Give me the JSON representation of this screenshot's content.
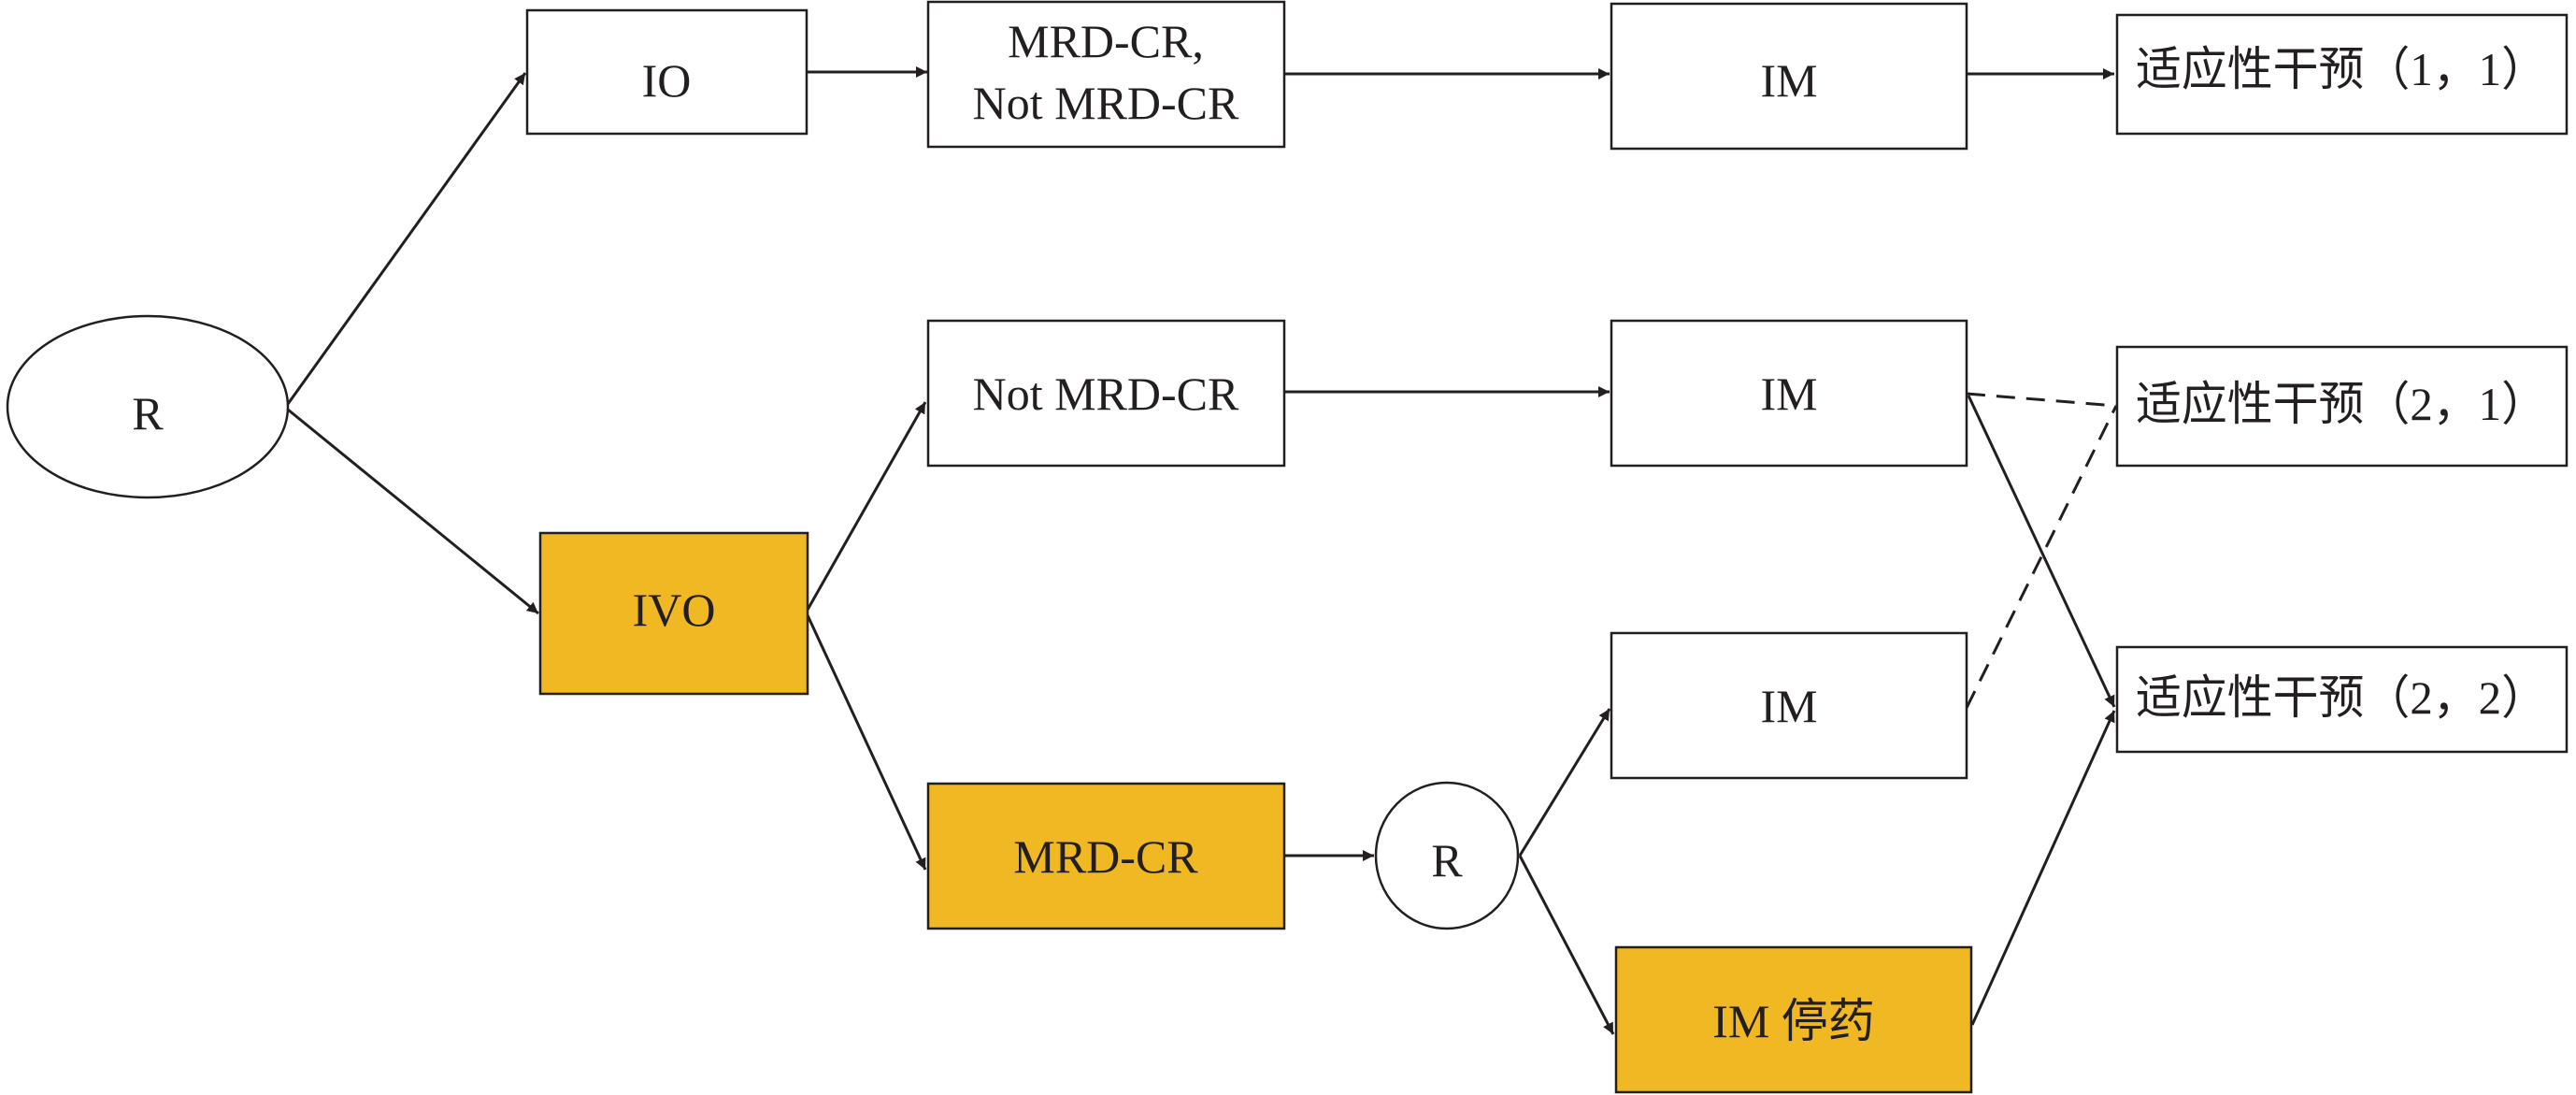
{
  "colors": {
    "highlight_fill": "#f0b823",
    "plain_fill": "#ffffff",
    "stroke": "#231f20"
  },
  "nodes": {
    "r_start": {
      "label": "R",
      "shape": "ellipse"
    },
    "io": {
      "label": "IO"
    },
    "ivo": {
      "label": "IVO",
      "highlighted": true
    },
    "io_response": {
      "line1": "MRD-CR,",
      "line2": "Not MRD-CR"
    },
    "ivo_not_mrd_cr": {
      "label": "Not MRD-CR"
    },
    "ivo_mrd_cr": {
      "label": "MRD-CR",
      "highlighted": true
    },
    "r_second": {
      "label": "R",
      "shape": "ellipse"
    },
    "im_top": {
      "label": "IM"
    },
    "im_middle": {
      "label": "IM"
    },
    "im_lower": {
      "label": "IM"
    },
    "im_stop": {
      "label": "IM 停药",
      "highlighted": true
    },
    "adaptive_1_1": {
      "label": "适应性干预（1，1）"
    },
    "adaptive_2_1": {
      "label": "适应性干预（2，1）"
    },
    "adaptive_2_2": {
      "label": "适应性干预（2，2）"
    }
  },
  "edges": [
    {
      "from": "r_start",
      "to": "io",
      "style": "solid"
    },
    {
      "from": "r_start",
      "to": "ivo",
      "style": "solid"
    },
    {
      "from": "io",
      "to": "io_response",
      "style": "solid"
    },
    {
      "from": "io_response",
      "to": "im_top",
      "style": "solid"
    },
    {
      "from": "im_top",
      "to": "adaptive_1_1",
      "style": "solid"
    },
    {
      "from": "ivo",
      "to": "ivo_not_mrd_cr",
      "style": "solid"
    },
    {
      "from": "ivo",
      "to": "ivo_mrd_cr",
      "style": "solid"
    },
    {
      "from": "ivo_not_mrd_cr",
      "to": "im_middle",
      "style": "solid"
    },
    {
      "from": "ivo_mrd_cr",
      "to": "r_second",
      "style": "solid"
    },
    {
      "from": "r_second",
      "to": "im_lower",
      "style": "solid"
    },
    {
      "from": "r_second",
      "to": "im_stop",
      "style": "solid"
    },
    {
      "from": "im_middle",
      "to": "adaptive_2_1",
      "style": "dashed"
    },
    {
      "from": "im_lower",
      "to": "adaptive_2_1",
      "style": "dashed"
    },
    {
      "from": "im_middle",
      "to": "adaptive_2_2",
      "style": "solid"
    },
    {
      "from": "im_stop",
      "to": "adaptive_2_2",
      "style": "solid"
    }
  ]
}
